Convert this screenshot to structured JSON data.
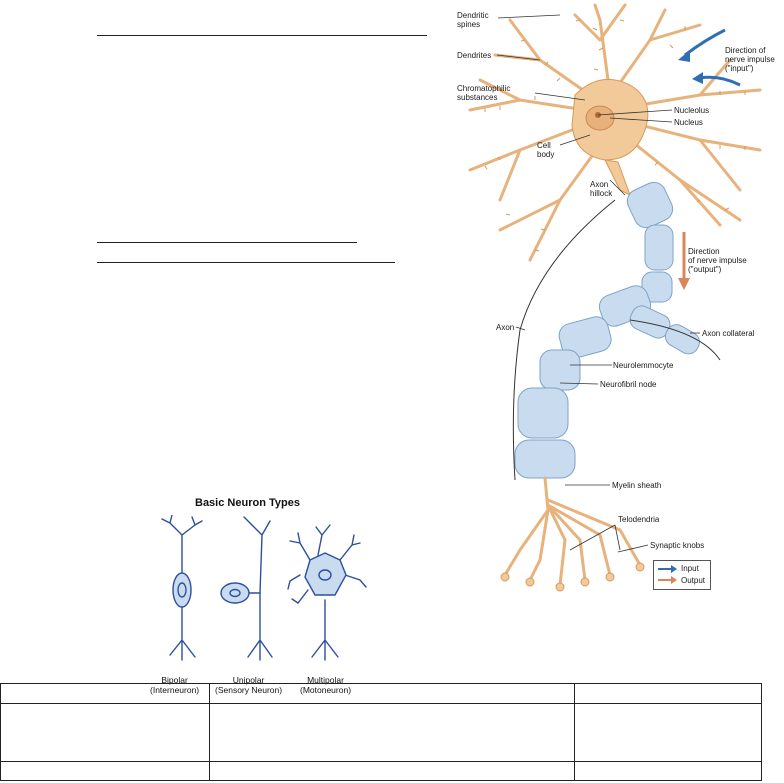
{
  "neuron": {
    "labels": {
      "dendritic_spines": "Dendritic\nspines",
      "dendrites": "Dendrites",
      "chromatophilic": "Chromatophilic\nsubstances",
      "nucleolus": "Nucleolus",
      "nucleus": "Nucleus",
      "cell_body": "Cell\nbody",
      "axon_hillock": "Axon\nhillock",
      "direction_input": "Direction of\nnerve impulse\n(\"input\")",
      "direction_output": "Direction\nof nerve impulse\n(\"output\")",
      "axon": "Axon",
      "axon_collateral": "Axon collateral",
      "neurolemmocyte": "Neurolemmocyte",
      "neurofibril_node": "Neurofibril node",
      "myelin_sheath": "Myelin sheath",
      "telodendria": "Telodendria",
      "synaptic_knobs": "Synaptic knobs"
    },
    "legend": {
      "input": "Input",
      "output": "Output"
    },
    "colors": {
      "neuron": "#f2c999",
      "neuron_stroke": "#d79a5a",
      "myelin": "#c9dcef",
      "input_arrow": "#2f6db5",
      "output_arrow": "#d9875a"
    }
  },
  "types": {
    "title": "Basic Neuron Types",
    "bipolar": "Bipolar\n(Interneuron)",
    "unipolar": "Unipolar\n(Sensory Neuron)",
    "multipolar": "Multipolar\n(Motoneuron)",
    "color": "#2c4f9e"
  }
}
